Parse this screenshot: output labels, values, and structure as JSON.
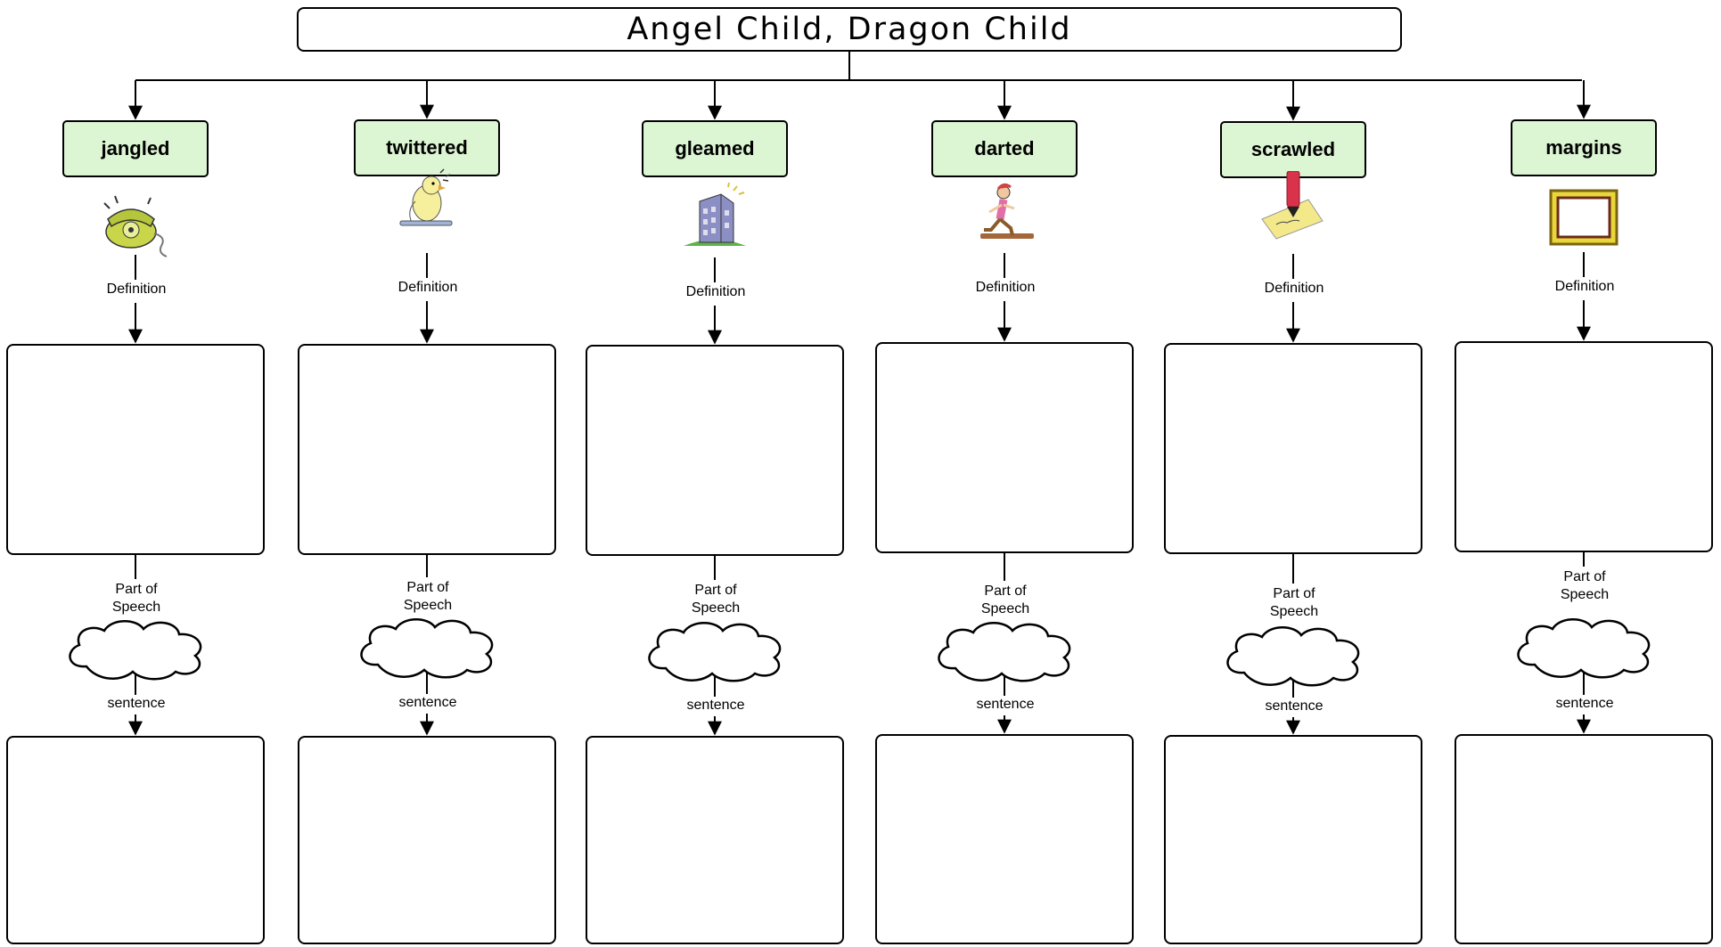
{
  "title": "Angel Child, Dragon Child",
  "labels": {
    "definition": "Definition",
    "part_of_speech": "Part of Speech",
    "sentence": "sentence"
  },
  "words": [
    {
      "word": "jangled",
      "icon": "telephone-icon"
    },
    {
      "word": "twittered",
      "icon": "bird-icon"
    },
    {
      "word": "gleamed",
      "icon": "building-icon"
    },
    {
      "word": "darted",
      "icon": "running-person-icon"
    },
    {
      "word": "scrawled",
      "icon": "pen-writing-icon"
    },
    {
      "word": "margins",
      "icon": "picture-frame-icon"
    }
  ],
  "colors": {
    "word_box_fill": "#dcf5d2",
    "line": "#000000"
  }
}
